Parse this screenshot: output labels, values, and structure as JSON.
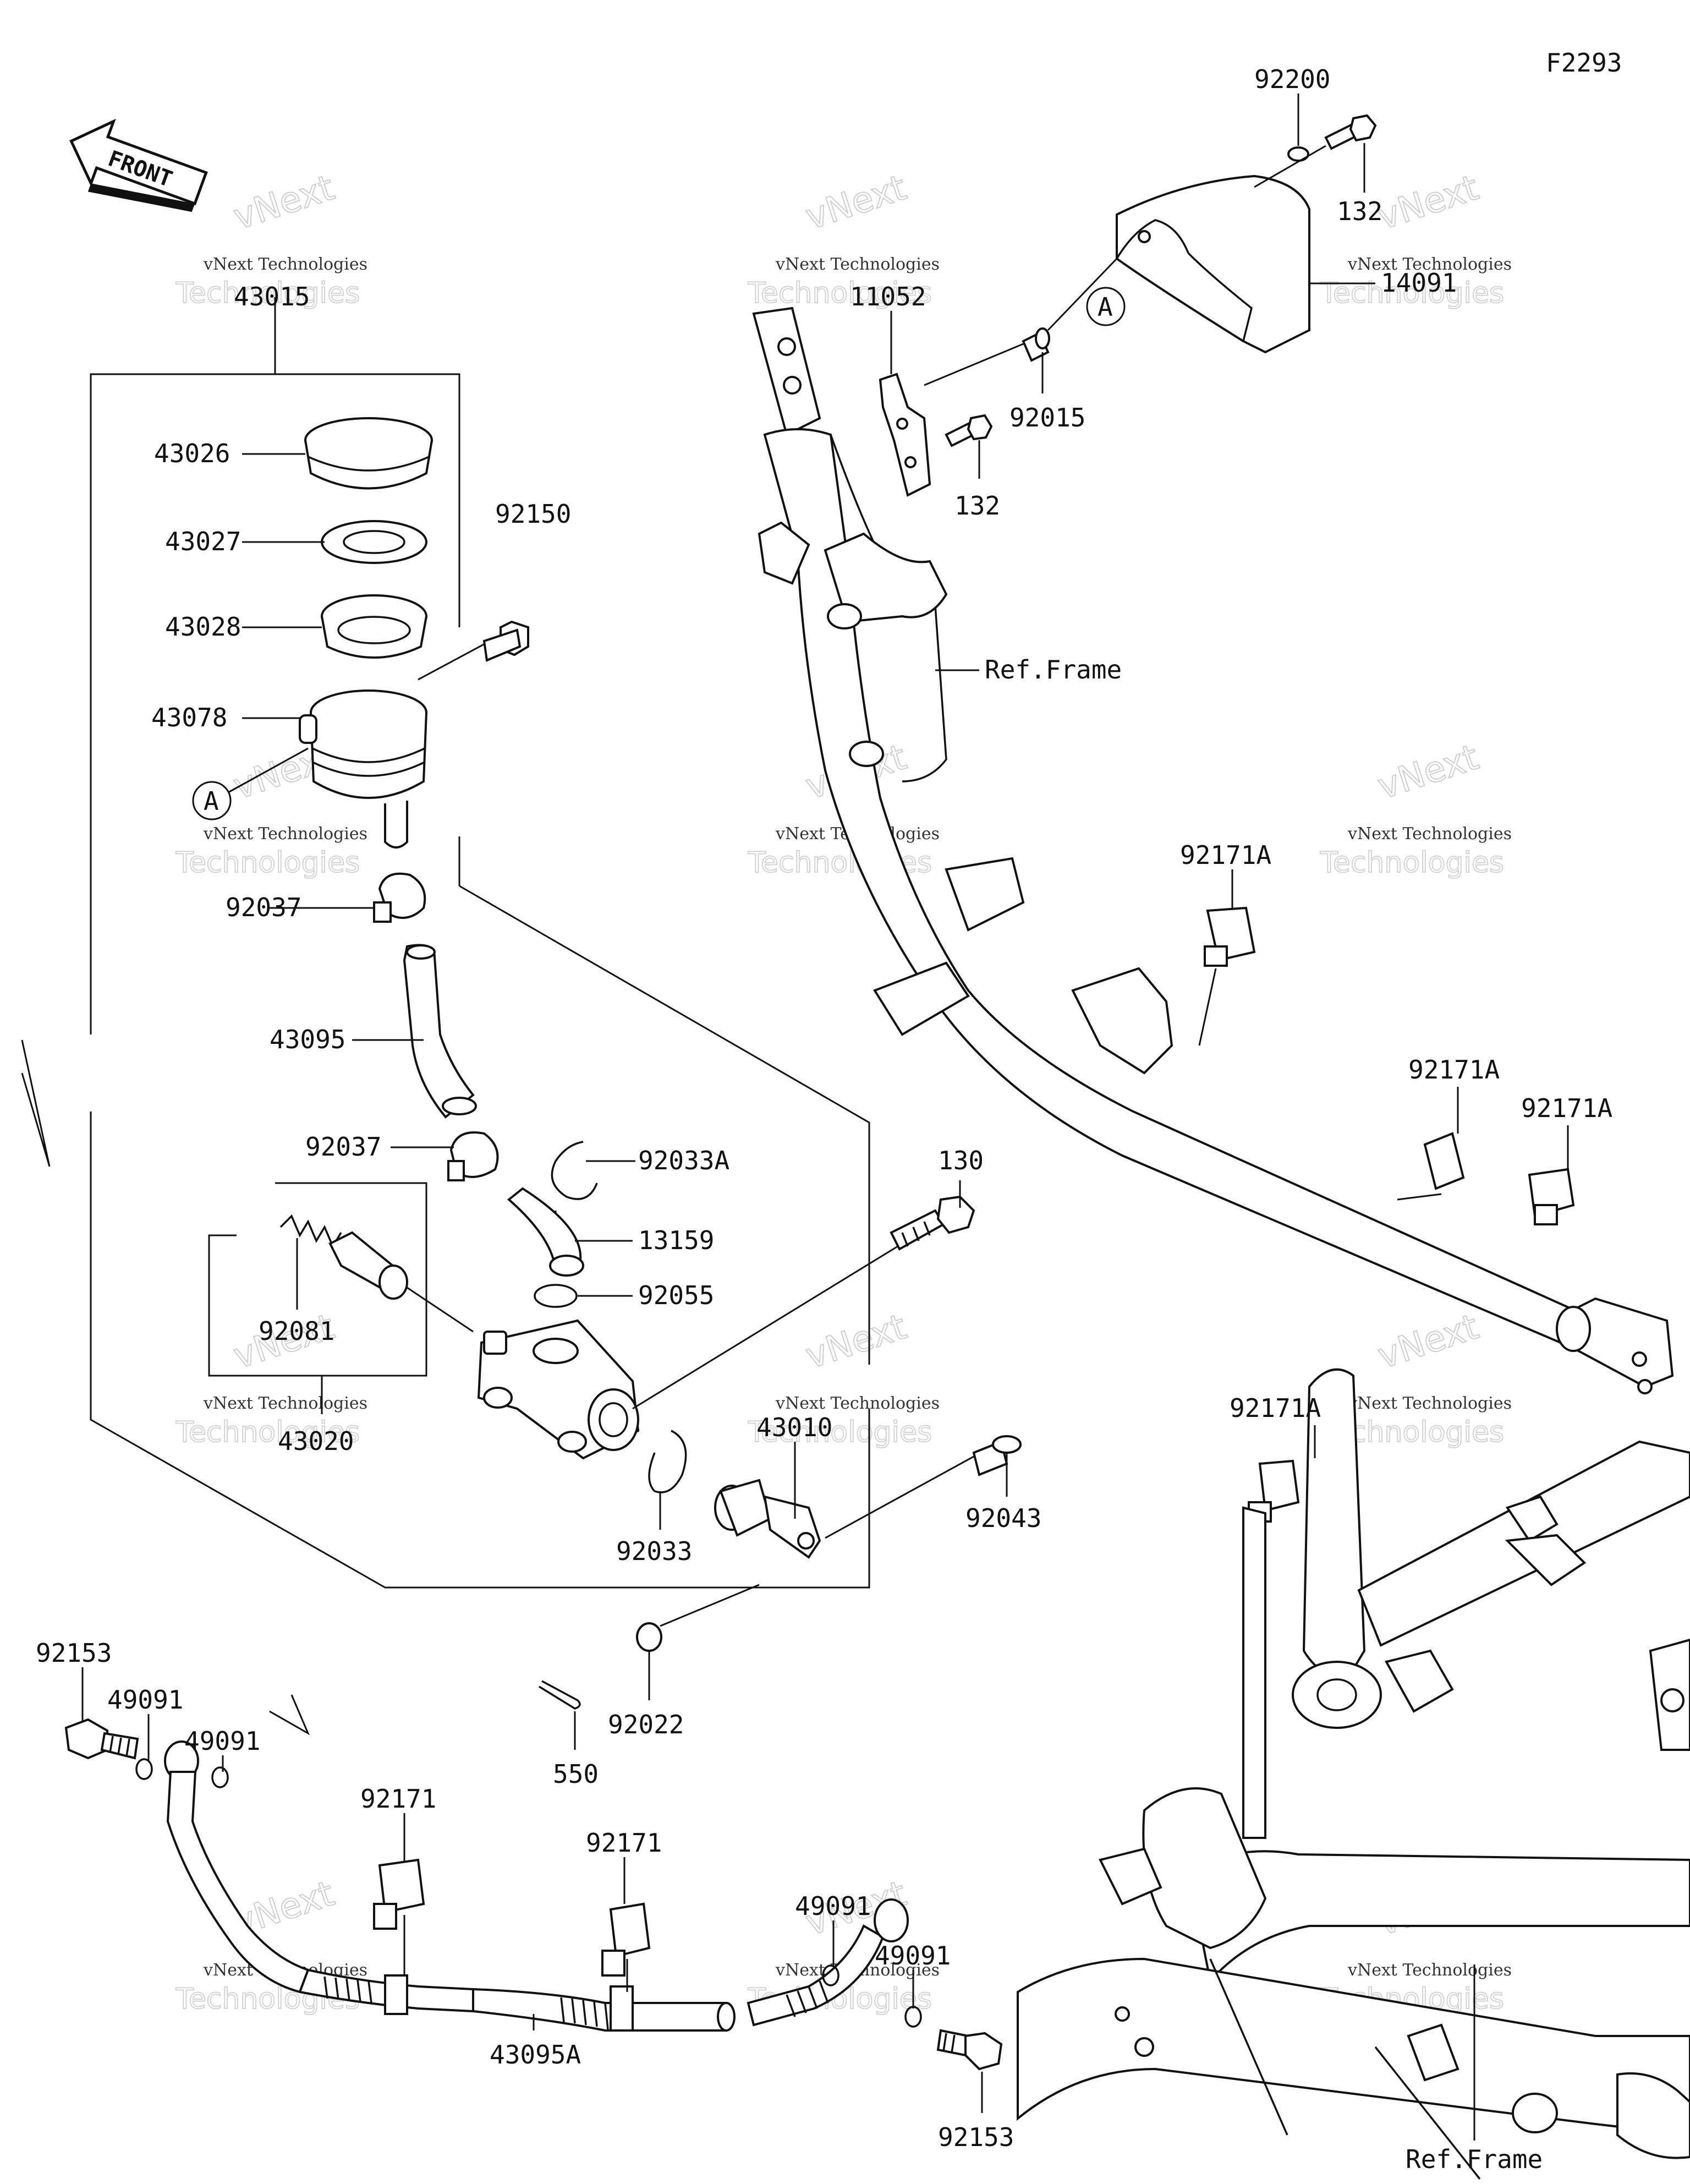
{
  "diagram": {
    "figure_code": "F2293",
    "front_label": "FRONT",
    "ref_frame_label": "Ref.Frame",
    "callout_letter": "A",
    "watermark": {
      "line1": "vNext Technologies",
      "line2": "vNext",
      "line3": "Technologies"
    },
    "parts": {
      "p43015": "43015",
      "p43026": "43026",
      "p43027": "43027",
      "p43028": "43028",
      "p43078": "43078",
      "p92037": "92037",
      "p43095": "43095",
      "p92150": "92150",
      "p92033A": "92033A",
      "p13159": "13159",
      "p92055": "92055",
      "p92081": "92081",
      "p43020": "43020",
      "p92033": "92033",
      "p130": "130",
      "p43010": "43010",
      "p92043": "92043",
      "p92022": "92022",
      "p550": "550",
      "p92153": "92153",
      "p49091": "49091",
      "p92171": "92171",
      "p43095A": "43095A",
      "p92200": "92200",
      "p132": "132",
      "p14091": "14091",
      "p11052": "11052",
      "p92015": "92015",
      "p92171A": "92171A"
    }
  }
}
